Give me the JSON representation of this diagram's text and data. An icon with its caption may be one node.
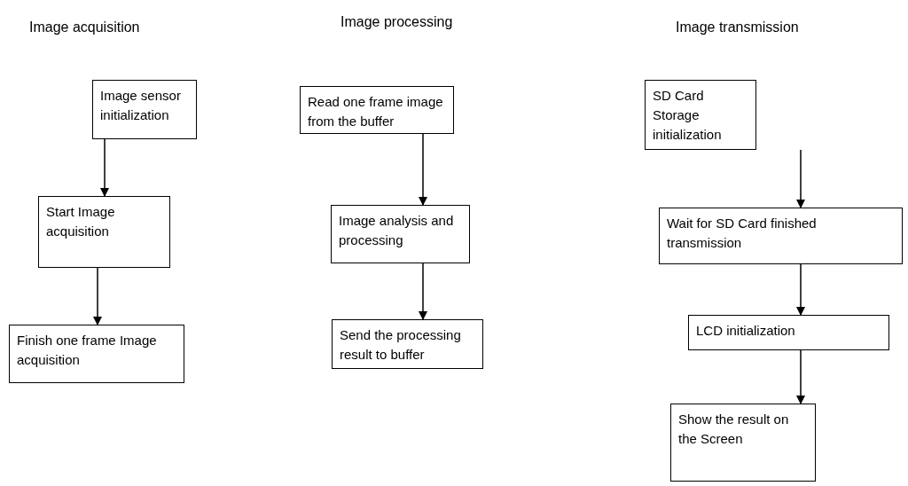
{
  "diagram": {
    "nodes": [
      {
        "text": [
          "Image sensor initialization"
        ]
      },
      {
        "text": [
          "Start Image acquisition"
        ]
      },
      {
        "text": [
          "Finish one frame Image acquisition"
        ]
      },
      {
        "text": [
          "Read one frame image from the buffer"
        ]
      },
      {
        "text": [
          "Image analysis and processing"
        ]
      },
      {
        "text": [
          "Send the processing result to buffer"
        ]
      },
      {
        "text": [
          "SD Card Storage initialization"
        ]
      },
      {
        "text": [
          "Wait for SD Card finished transmission"
        ]
      },
      {
        "text": [
          "LCD initialization"
        ]
      },
      {
        "text": [
          "Show the result on the Screen"
        ]
      }
    ],
    "edges": [
      {
        "from": 0,
        "to": 1,
        "arrow": "to"
      },
      {
        "from": 1,
        "to": 2,
        "arrow": "to"
      },
      {
        "from": 3,
        "to": 4,
        "arrow": "to"
      },
      {
        "from": 4,
        "to": 5,
        "arrow": "to"
      },
      {
        "from": 6,
        "to": 7,
        "arrow": "to"
      },
      {
        "from": 7,
        "to": 8,
        "arrow": "to"
      },
      {
        "from": 8,
        "to": 9,
        "arrow": "to"
      }
    ],
    "labels": [
      "Image acquisition",
      "Image processing",
      "Image transmission"
    ]
  }
}
